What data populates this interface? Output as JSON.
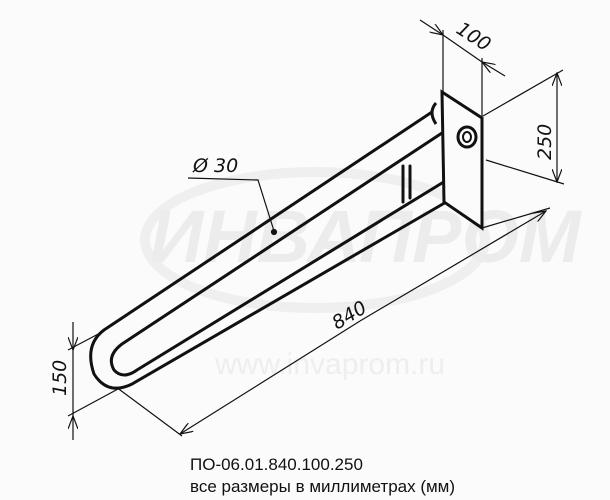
{
  "drawing": {
    "dimensions": {
      "diameter": "Ø 30",
      "length": "840",
      "depth": "100",
      "plate_height": "250",
      "rail_spacing": "150"
    },
    "watermark": {
      "brand": "ИНВАПРОМ",
      "url": "www.invaprom.ru"
    }
  },
  "caption": {
    "article": "ПО-06.01.840.100.250",
    "note": "все размеры в миллиметрах (мм)"
  }
}
